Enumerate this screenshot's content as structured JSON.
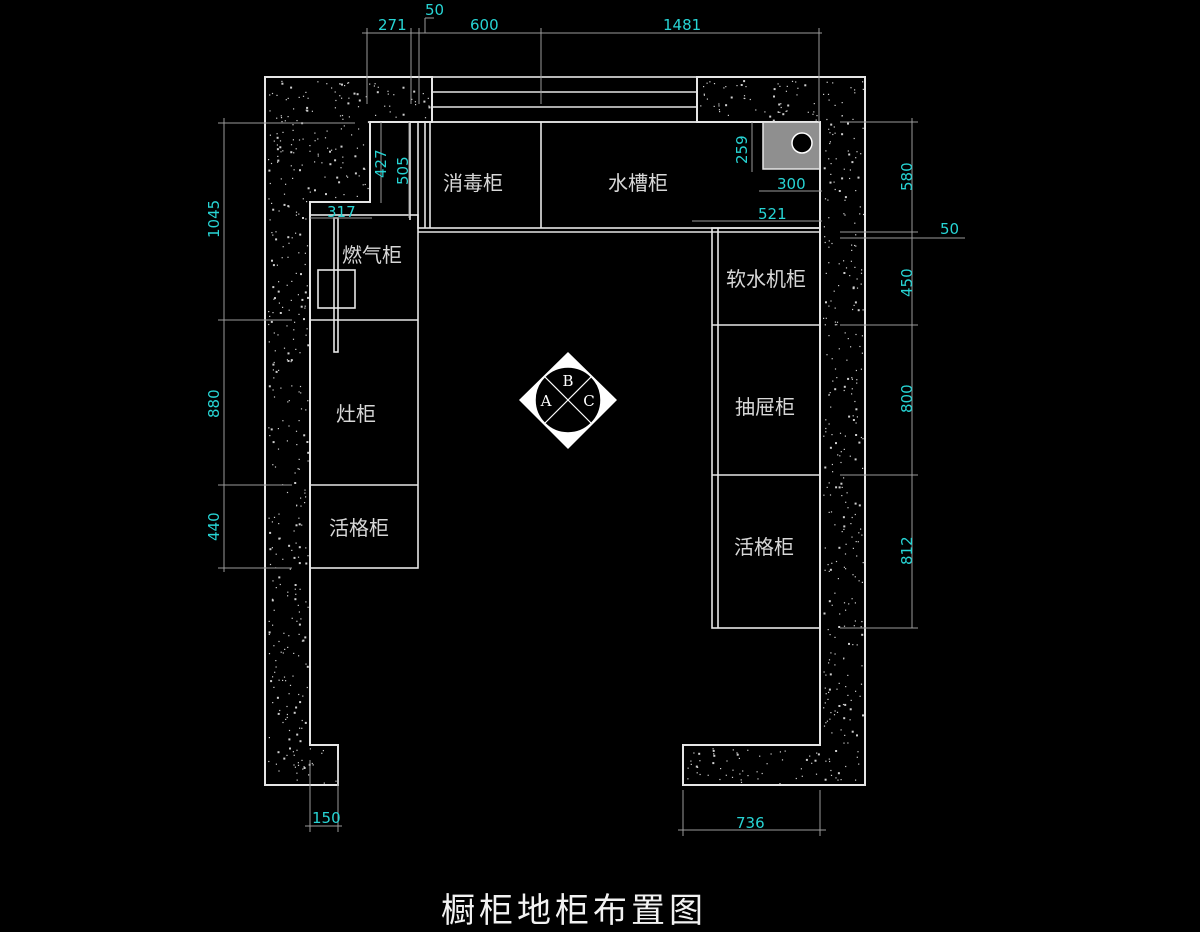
{
  "title": "橱柜地柜布置图",
  "colors": {
    "dimension": "#27d4d4",
    "lines": "#e6e6e6",
    "background": "#000000"
  },
  "cabinets": {
    "disinfection": "消毒柜",
    "sink": "水槽柜",
    "gas": "燃气柜",
    "stove": "灶柜",
    "left_shelf": "活格柜",
    "water_softener": "软水机柜",
    "drawer": "抽屉柜",
    "right_shelf": "活格柜"
  },
  "compass": {
    "a": "A",
    "b": "B",
    "c": "C"
  },
  "dimensions": {
    "top_271": "271",
    "top_50": "50",
    "top_600": "600",
    "top_1481": "1481",
    "left_1045": "1045",
    "left_880": "880",
    "left_440": "440",
    "notch_427": "427",
    "notch_505": "505",
    "notch_317": "317",
    "pipe_259": "259",
    "pipe_300": "300",
    "counter_521": "521",
    "right_580": "580",
    "right_50": "50",
    "right_450": "450",
    "right_800": "800",
    "right_812": "812",
    "bottom_150": "150",
    "bottom_736": "736"
  }
}
